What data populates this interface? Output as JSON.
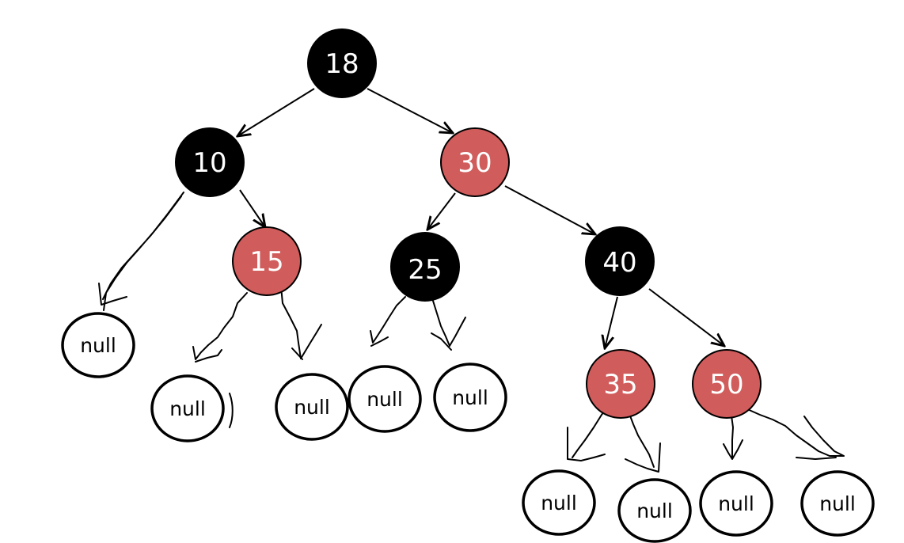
{
  "colors": {
    "black_node": "#000000",
    "red_node": "#d15c5c",
    "edge": "#000000",
    "null_node": "#ffffff"
  },
  "nodes": [
    {
      "id": "n18",
      "label": "18",
      "color": "black"
    },
    {
      "id": "n10",
      "label": "10",
      "color": "black"
    },
    {
      "id": "n30",
      "label": "30",
      "color": "red"
    },
    {
      "id": "n15",
      "label": "15",
      "color": "red"
    },
    {
      "id": "n25",
      "label": "25",
      "color": "black"
    },
    {
      "id": "n40",
      "label": "40",
      "color": "black"
    },
    {
      "id": "n35",
      "label": "35",
      "color": "red"
    },
    {
      "id": "n50",
      "label": "50",
      "color": "red"
    }
  ],
  "null_label": "null",
  "edges": [
    {
      "from": "n18",
      "to": "n10"
    },
    {
      "from": "n18",
      "to": "n30"
    },
    {
      "from": "n10",
      "to": "n15"
    },
    {
      "from": "n30",
      "to": "n25"
    },
    {
      "from": "n30",
      "to": "n40"
    },
    {
      "from": "n40",
      "to": "n35"
    },
    {
      "from": "n40",
      "to": "n50"
    }
  ]
}
